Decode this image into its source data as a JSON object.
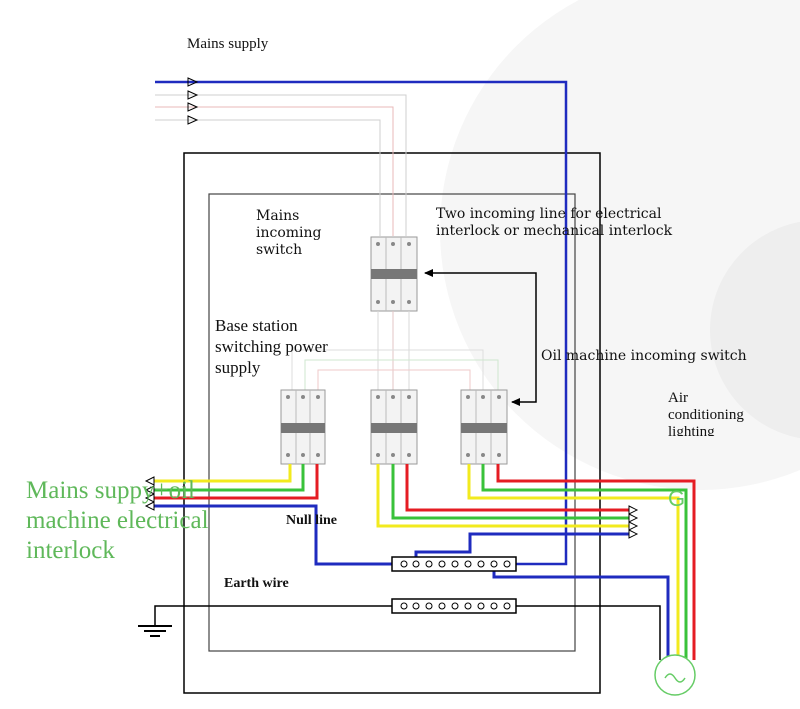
{
  "labels": {
    "mains_supply": "Mains supply",
    "mains_incoming_switch": "Mains\nincoming\nswitch",
    "two_incoming_line": "Two incoming line for electrical\ninterlock or mechanical interlock",
    "base_station": "Base station\nswitching power\nsupply",
    "oil_machine_switch": "Oil machine incoming switch",
    "air_conditioning": "Air\nconditioning\nlighting",
    "mains_oil_interlock": "Mains suppy+oil\nmachine electrical\ninterlock",
    "null_line": "Null line",
    "earth_wire": "Earth wire",
    "generator_mark": "G"
  },
  "colors": {
    "phase_yellow": "#f2ea1e",
    "phase_green": "#39c23a",
    "phase_red": "#e51c23",
    "neutral_blue": "#1f2bbf",
    "title_green": "#5fb85a",
    "generator_green": "#66cc66"
  }
}
